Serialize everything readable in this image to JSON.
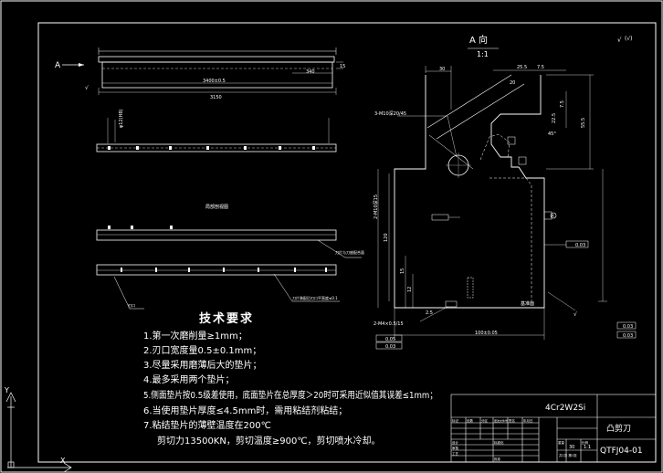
{
  "drawing": {
    "view_label": "A 向",
    "scale": "1:1",
    "top_right_mark": "√",
    "arrow_label": "A",
    "surface_mark": "√",
    "section_note": "局部剖视图",
    "datum_callout": "A",
    "top_dims": {
      "overall_inner": "3400±0.5",
      "overall": "3150",
      "right_segment": "340",
      "right_height": "15"
    },
    "side_dim": "φ12(H8)",
    "leader_note_1": "刀片与刀座配合面",
    "leader_note_2": "刀片装配后刃口平直度≤0.1",
    "leader_note_3": "刃口",
    "detail_dims": {
      "top_left": "30",
      "top_a": "25.5",
      "top_b": "7.5",
      "top_c": "20",
      "right_a": "7.5",
      "right_b": "22.5",
      "right_total": "55.5",
      "angle": "45°",
      "hole_note": "3-M10深20/45",
      "left_hole": "2-M10深15",
      "height_a": "15",
      "height_b": "12",
      "height_total": "120",
      "bottom_a": "2.5",
      "bottom_hole": "2-M4×0.5/15",
      "bottom_width": "100±0.05",
      "tol_a": "0.05",
      "tol_b": "0.03",
      "tol_c": "0.03",
      "tol_d": "0.03",
      "surface_label": "基准面",
      "right_tol": "0.03"
    },
    "requirements": {
      "title": "技术要求",
      "items": [
        "1.第一次磨削量≥1mm；",
        "2.刃口宽度量0.5±0.1mm；",
        "3.尽量采用磨薄后大的垫片；",
        "4.最多采用两个垫片；",
        "5.侧面垫片按0.5级差使用，底面垫片在总厚度＞20时可采用近似值其误差≤1mm；",
        "6.当使用垫片厚度≤4.5mm时，需用粘结剂粘结；",
        "7.粘结垫片的薄壁温度在200℃",
        "剪切力13500KN，剪切温度≥900℃，剪切喷水冷却。"
      ]
    },
    "title_block": {
      "material": "4Cr2W2Si",
      "part_name": "凸剪刀",
      "drawing_no": "QTFJ04-01",
      "cells": [
        "标记",
        "处数",
        "分区",
        "更改文件号",
        "签名",
        "年月日",
        "设计",
        "标准化",
        "审核",
        "工艺",
        "批准"
      ],
      "scale_label": "比例",
      "scale_value": "1:1",
      "weight_label": "重量",
      "weight_value": "30",
      "sheet": "共1张 第1张"
    },
    "ucs": {
      "y": "Y",
      "x": "X"
    }
  }
}
